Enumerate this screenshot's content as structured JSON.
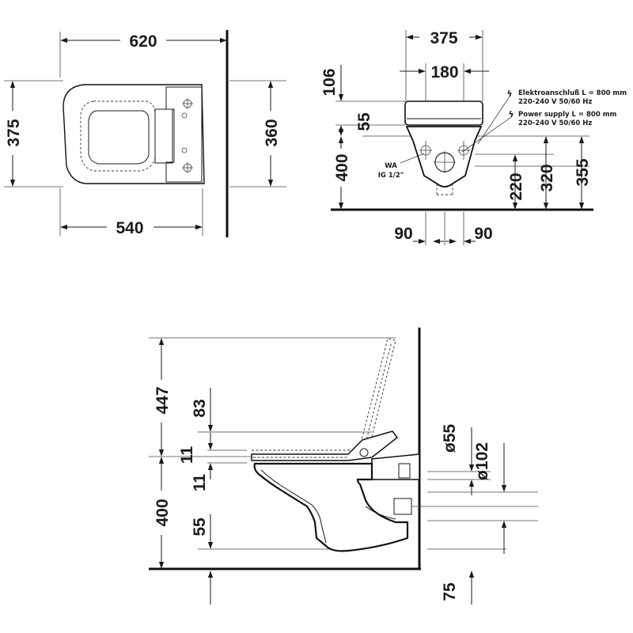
{
  "top_view": {
    "dim_overall_width": "620",
    "dim_depth_left": "375",
    "dim_depth_right": "360",
    "dim_bowl_length": "540"
  },
  "front_view": {
    "dim_width": "375",
    "dim_fixing_spacing": "180",
    "dim_top_offset": "106",
    "dim_outlet_offset": "55",
    "dim_height": "400",
    "dim_h220": "220",
    "dim_h320": "320",
    "dim_h355": "355",
    "dim_left_90": "90",
    "dim_right_90": "90",
    "water_label": "WA",
    "water_thread": "IG 1/2\"",
    "power_de_line1": "Elektroanschluß L = 800 mm",
    "power_de_line2": "220-240 V  50/60 Hz",
    "power_en_line1": "Power supply L = 800 mm",
    "power_en_line2": "220-240 V  50/60 Hz"
  },
  "side_view": {
    "dim_lid_height": "447",
    "dim_seat_to_lid": "83",
    "dim_seat_upper": "11",
    "dim_seat_lower": "11",
    "dim_height": "400",
    "dim_bottom": "55",
    "dim_inlet_dia": "ø55",
    "dim_outlet_dia": "ø102",
    "dim_floor_offset": "75"
  }
}
